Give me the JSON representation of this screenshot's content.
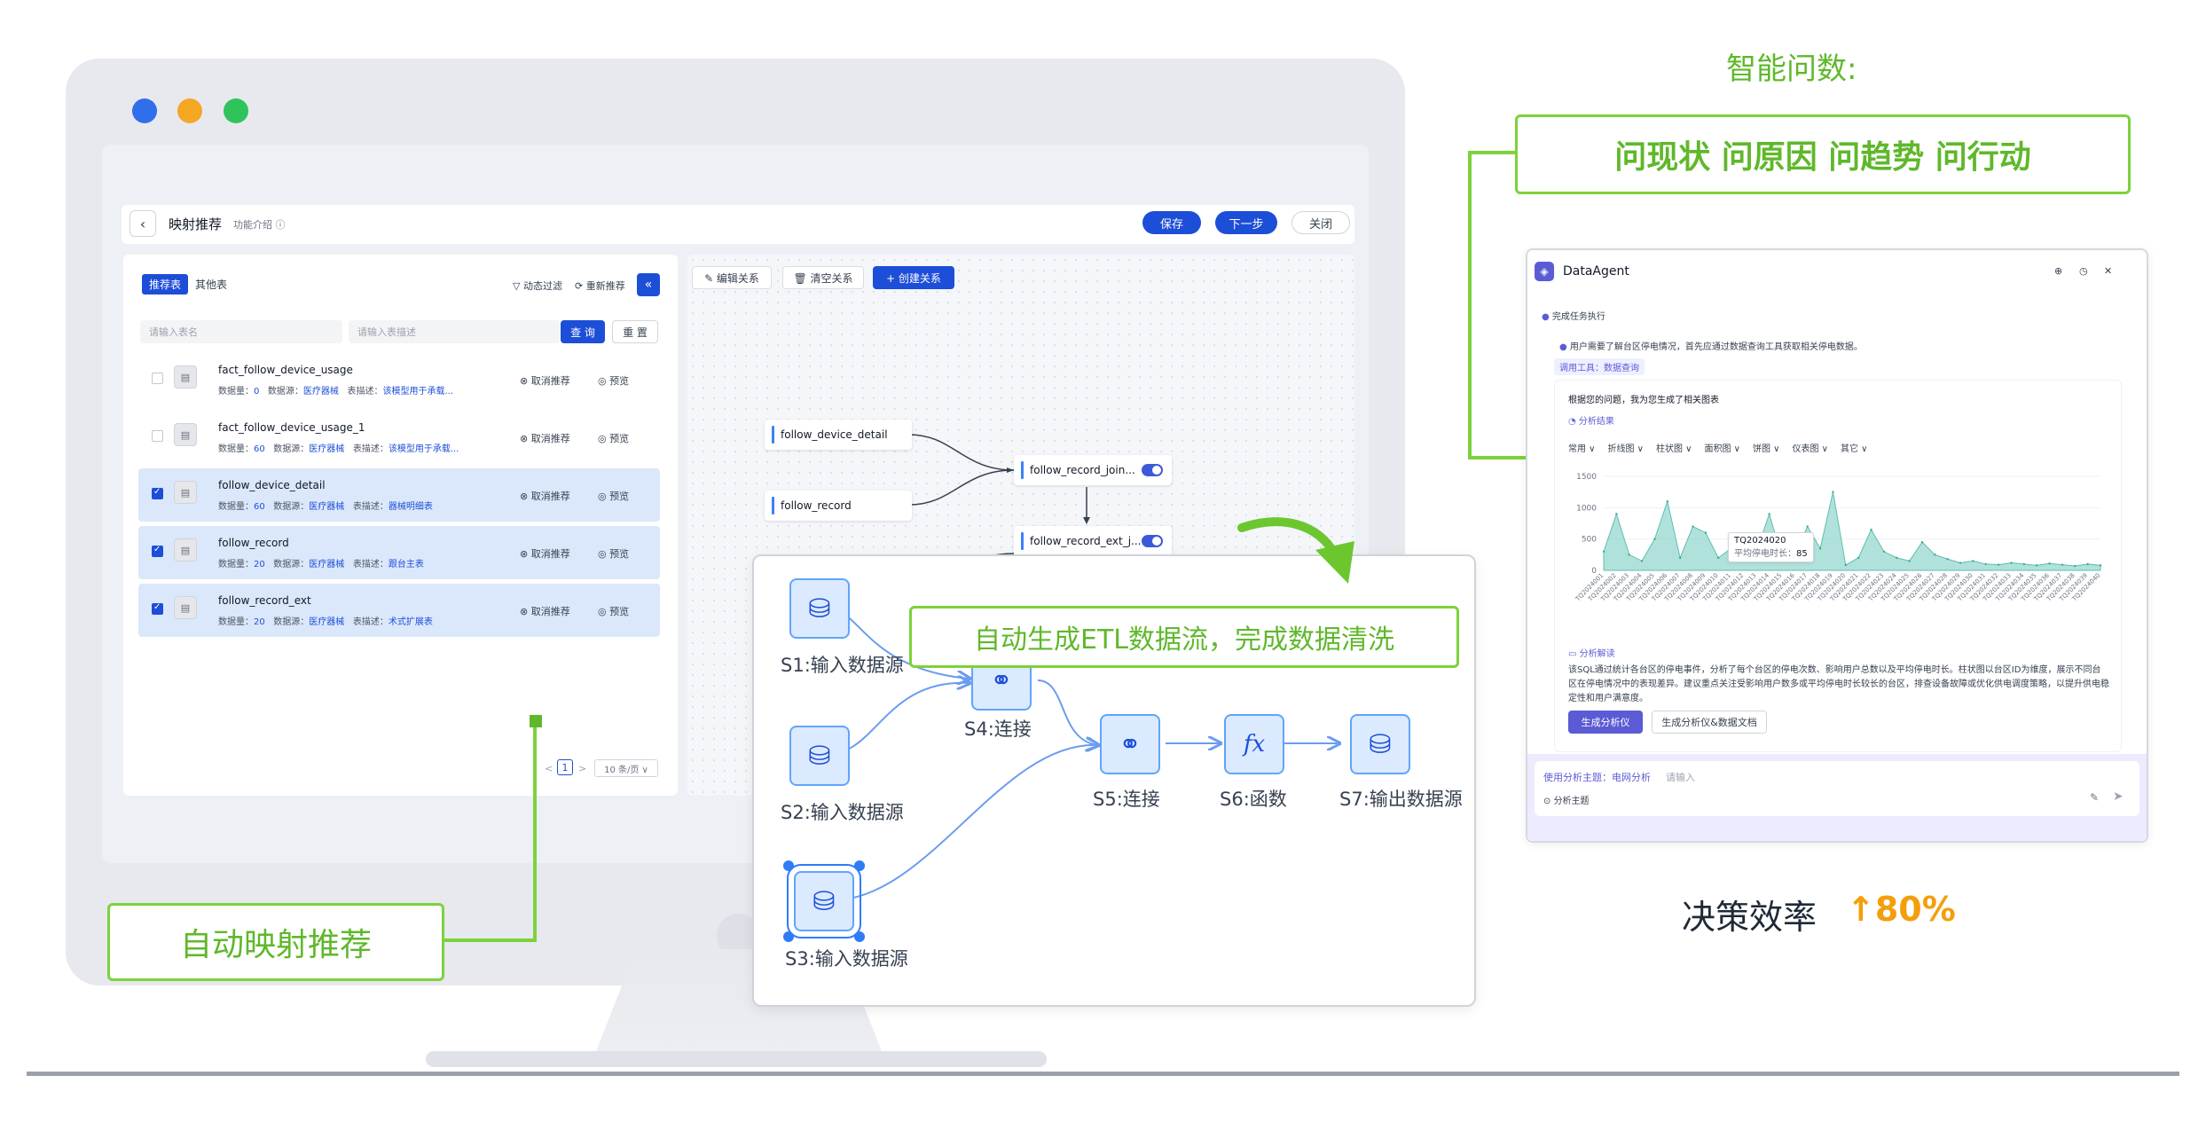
{
  "monitor": {
    "traffic_lights": {
      "blue": "#2f6fec",
      "orange": "#f5a623",
      "green": "#2fc45b"
    }
  },
  "app": {
    "header": {
      "back_icon": "chevron-left-icon",
      "title": "映射推荐",
      "help": "功能介绍 ⓘ",
      "save": "保存",
      "next": "下一步",
      "close": "关闭"
    },
    "left": {
      "tabs": [
        "推荐表",
        "其他表"
      ],
      "dynamic_filter": "▽ 动态过滤",
      "re_recommend": "⟳ 重新推荐",
      "collapse_icon": "double-chevron-left-icon",
      "table_name_placeholder": "请输入表名",
      "table_desc_placeholder": "请输入表描述",
      "query": "查 询",
      "reset": "重 置",
      "rows": [
        {
          "name": "fact_follow_device_usage",
          "count": "0",
          "source": "医疗器械",
          "desc": "该模型用于承载...",
          "selected": false
        },
        {
          "name": "fact_follow_device_usage_1",
          "count": "60",
          "source": "医疗器械",
          "desc": "该模型用于承载...",
          "selected": false
        },
        {
          "name": "follow_device_detail",
          "count": "60",
          "source": "医疗器械",
          "desc": "器械明细表",
          "selected": true
        },
        {
          "name": "follow_record",
          "count": "20",
          "source": "医疗器械",
          "desc": "跟台主表",
          "selected": true
        },
        {
          "name": "follow_record_ext",
          "count": "20",
          "source": "医疗器械",
          "desc": "术式扩展表",
          "selected": true
        }
      ],
      "labels": {
        "count": "数据量：",
        "source": "数据源：",
        "desc": "表描述：",
        "cancel": "⊗ 取消推荐",
        "preview": "◎ 预览"
      },
      "pagination": {
        "prev": "<",
        "page": "1",
        "next": ">",
        "page_size": "10 条/页 ∨"
      }
    },
    "right": {
      "edit": "✎ 编辑关系",
      "clear": "🗑 清空关系",
      "create": "+ 创建关系",
      "nodes": [
        "follow_device_detail",
        "follow_record",
        "follow_record_join...",
        "follow_record_ext_j..."
      ]
    }
  },
  "etl": {
    "callout": "自动生成ETL数据流，完成数据清洗",
    "nodes": [
      {
        "label": "S1:输入数据源",
        "icon": "database-import-icon"
      },
      {
        "label": "S2:输入数据源",
        "icon": "database-import-icon"
      },
      {
        "label": "S3:输入数据源",
        "icon": "database-import-icon"
      },
      {
        "label": "S4:连接",
        "icon": "join-icon"
      },
      {
        "label": "S5:连接",
        "icon": "join-icon"
      },
      {
        "label": "S6:函数",
        "icon": "function-icon"
      },
      {
        "label": "S7:输出数据源",
        "icon": "database-export-icon"
      }
    ]
  },
  "callouts": {
    "mapping": "自动映射推荐",
    "ask_title": "智能问数:",
    "ask_box": "问现状 问原因 问趋势 问行动",
    "efficiency_prefix": "决策效率",
    "efficiency_value": "↑80%"
  },
  "agent": {
    "title": "DataAgent",
    "task_done": "完成任务执行",
    "step1": "用户需要了解台区停电情况，首先应通过数据查询工具获取相关停电数据。",
    "tool_tag": "调用工具：数据查询",
    "answer_intro": "根据您的问题，我为您生成了相关图表",
    "analysis_result": "分析结果",
    "chart_types": [
      "常用 ∨",
      "折线图 ∨",
      "柱状图 ∨",
      "面积图 ∨",
      "饼图 ∨",
      "仪表图 ∨",
      "其它 ∨"
    ],
    "tooltip_title": "TQ2024020",
    "tooltip_label": "平均停电时长：",
    "tooltip_value": "85",
    "interpretation_title": "分析解读",
    "interpretation": "该SQL通过统计各台区的停电事件，分析了每个台区的停电次数、影响用户总数以及平均停电时长。柱状图以台区ID为维度，展示不同台区在停电情况中的表现差异。建议重点关注受影响用户数多或平均停电时长较长的台区，排查设备故障或优化供电调度策略，以提升供电稳定性和用户满意度。",
    "gen_dashboard": "生成分析仪",
    "gen_doc": "生成分析仪&数据文档",
    "topic_prefix": "使用分析主题：",
    "topic": "电网分析",
    "input_placeholder": "请输入",
    "topic_btn": "分析主题"
  },
  "chart_data": {
    "type": "area",
    "yticks": [
      "1500",
      "1000",
      "500",
      "0"
    ],
    "ylim": [
      0,
      1500
    ],
    "x": [
      "TQ2024001",
      "TQ2024002",
      "TQ2024003",
      "TQ2024004",
      "TQ2024005",
      "TQ2024006",
      "TQ2024007",
      "TQ2024008",
      "TQ2024009",
      "TQ2024010",
      "TQ2024011",
      "TQ2024012",
      "TQ2024013",
      "TQ2024014",
      "TQ2024015",
      "TQ2024016",
      "TQ2024017",
      "TQ2024018",
      "TQ2024019",
      "TQ2024020",
      "TQ2024021",
      "TQ2024022",
      "TQ2024023",
      "TQ2024024",
      "TQ2024025",
      "TQ2024026",
      "TQ2024027",
      "TQ2024028",
      "TQ2024029",
      "TQ2024030",
      "TQ2024031",
      "TQ2024032",
      "TQ2024033",
      "TQ2024034",
      "TQ2024035",
      "TQ2024036",
      "TQ2024037",
      "TQ2024038",
      "TQ2024039",
      "TQ2024040"
    ],
    "values": [
      300,
      900,
      250,
      150,
      500,
      1100,
      200,
      700,
      600,
      200,
      350,
      450,
      300,
      900,
      200,
      250,
      700,
      350,
      1250,
      85,
      200,
      650,
      300,
      200,
      150,
      450,
      250,
      180,
      120,
      150,
      100,
      90,
      120,
      100,
      80,
      110,
      90,
      70,
      100,
      80
    ],
    "color": "#86d3c7"
  }
}
